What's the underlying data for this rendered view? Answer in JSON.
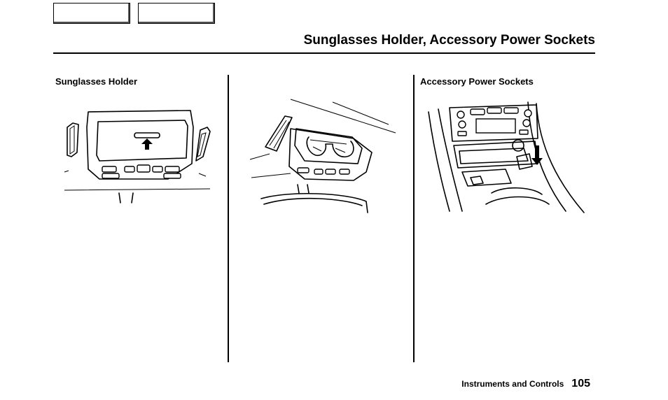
{
  "header": {
    "title": "Sunglasses Holder, Accessory Power Sockets"
  },
  "sections": [
    {
      "heading": "Sunglasses Holder"
    },
    {
      "heading": "Accessory Power Sockets"
    }
  ],
  "footer": {
    "section_name": "Instruments and Controls",
    "page_number": "105"
  }
}
